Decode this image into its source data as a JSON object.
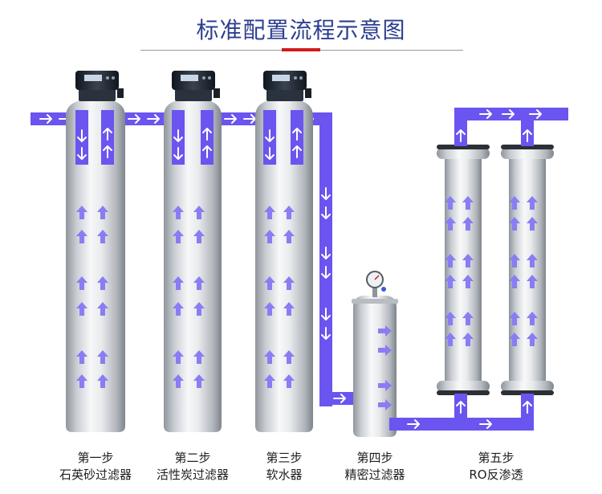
{
  "page": {
    "title": "标准配置流程示意图"
  },
  "colors": {
    "title": "#2c3e8f",
    "accent": "#d11a1a",
    "pipe": "#6a55f0",
    "arrow_up": "#8a7cf2",
    "valve": "#1c2430"
  },
  "steps": [
    {
      "num": "第一步",
      "name": "石英砂过滤器"
    },
    {
      "num": "第二步",
      "name": "活性炭过滤器"
    },
    {
      "num": "第三步",
      "name": "软水器"
    },
    {
      "num": "第四步",
      "name": "精密过滤器"
    },
    {
      "num": "第五步",
      "name": "RO反渗透"
    }
  ],
  "icons": [
    "control-valve-icon",
    "pressure-gauge-icon",
    "flow-arrow-icon"
  ]
}
